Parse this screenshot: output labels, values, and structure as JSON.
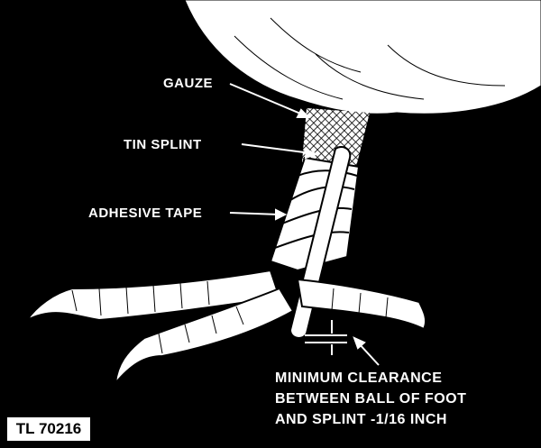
{
  "labels": {
    "gauze": "GAUZE",
    "tin_splint": "TIN SPLINT",
    "adhesive_tape": "ADHESIVE TAPE"
  },
  "clearance_note": {
    "line1": "MINIMUM CLEARANCE",
    "line2": "BETWEEN BALL OF FOOT",
    "line3": "AND SPLINT -1/16 INCH"
  },
  "figure_id": "TL 70216"
}
